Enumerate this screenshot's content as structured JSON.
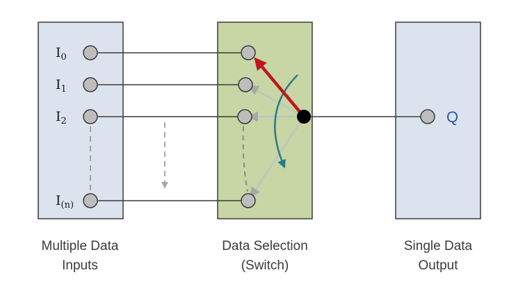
{
  "inputs": {
    "labels": [
      {
        "base": "I",
        "sub": "0"
      },
      {
        "base": "I",
        "sub": "1"
      },
      {
        "base": "I",
        "sub": "2"
      },
      {
        "base": "I",
        "sub": "(n)"
      }
    ]
  },
  "output": {
    "label": "Q"
  },
  "captions": {
    "inputs": [
      "Multiple Data",
      "Inputs"
    ],
    "switch": [
      "Data Selection",
      "(Switch)"
    ],
    "output": [
      "Single Data",
      "Output"
    ]
  },
  "colors": {
    "input_box": "#dbe3ee",
    "switch_box": "#c7d6a4",
    "output_box": "#dbe3ee",
    "box_border": "#3a3a3a",
    "terminal": "#bdbdbd",
    "wire": "#3a3a3a",
    "selector_arrow": "#c0161c",
    "rotation_arrow": "#2a7a85",
    "dashed": "#9a9a9a",
    "output_label": "#2b5aa6"
  },
  "icons": {
    "input_terminal": "circle-terminal",
    "pivot": "black-dot",
    "selector": "red-arrow",
    "rotation": "curved-teal-arrow",
    "scan_direction": "dashed-down-arrow"
  }
}
